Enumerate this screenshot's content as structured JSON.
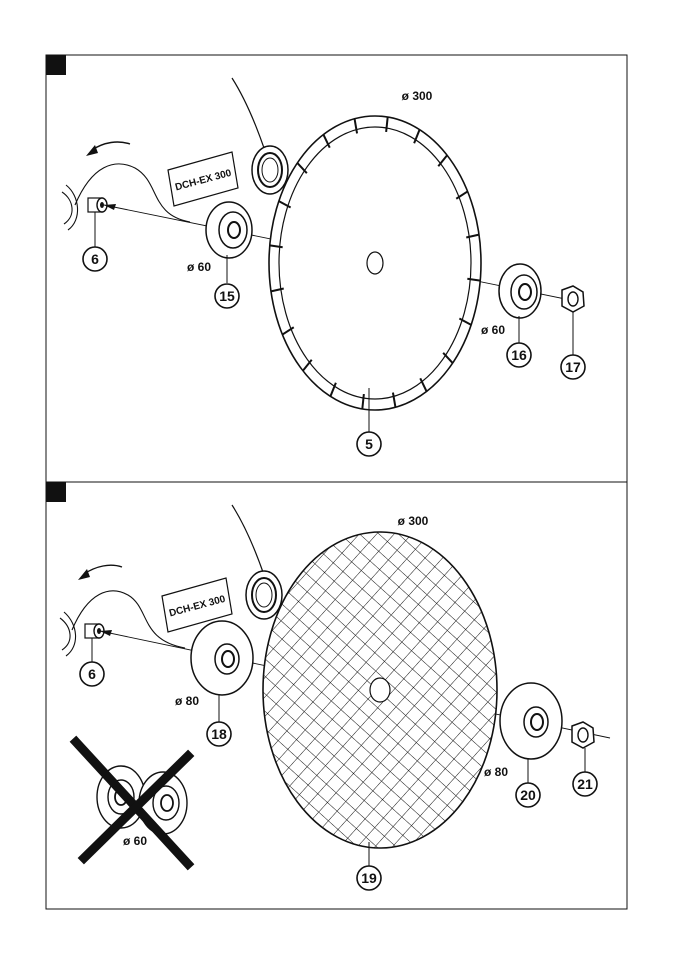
{
  "panel1": {
    "brand": "DCH-EX 300",
    "blade_diameter": "ø 300",
    "inner_flange_diameter": "ø 60",
    "outer_flange_diameter": "ø 60",
    "callouts": {
      "spindle": "6",
      "inner_flange": "15",
      "blade": "5",
      "outer_flange": "16",
      "nut": "17"
    }
  },
  "panel2": {
    "brand": "DCH-EX 300",
    "disc_diameter": "ø 300",
    "inner_flange_diameter": "ø 80",
    "outer_flange_diameter": "ø 80",
    "crossed_flange_diameter": "ø 60",
    "callouts": {
      "spindle": "6",
      "inner_flange": "18",
      "disc": "19",
      "outer_flange": "20",
      "nut": "21"
    }
  },
  "colors": {
    "ink": "#111111",
    "background": "#ffffff"
  }
}
